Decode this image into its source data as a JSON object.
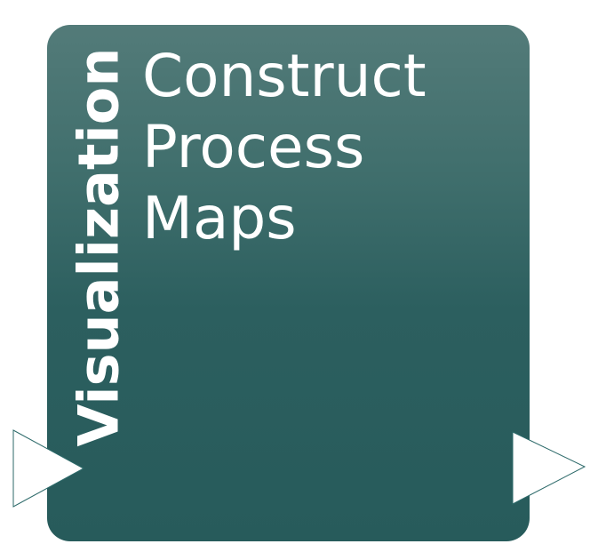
{
  "step": {
    "category": "Visualization",
    "title_lines": [
      "Construct",
      "Process",
      "Maps"
    ]
  },
  "colors": {
    "card_top": "#537b79",
    "card_bottom": "#275b5b",
    "text": "#ffffff",
    "arrow_stroke": "#2d6a6a"
  },
  "icons": {
    "input": "triangle-right-icon",
    "output": "triangle-right-icon"
  }
}
